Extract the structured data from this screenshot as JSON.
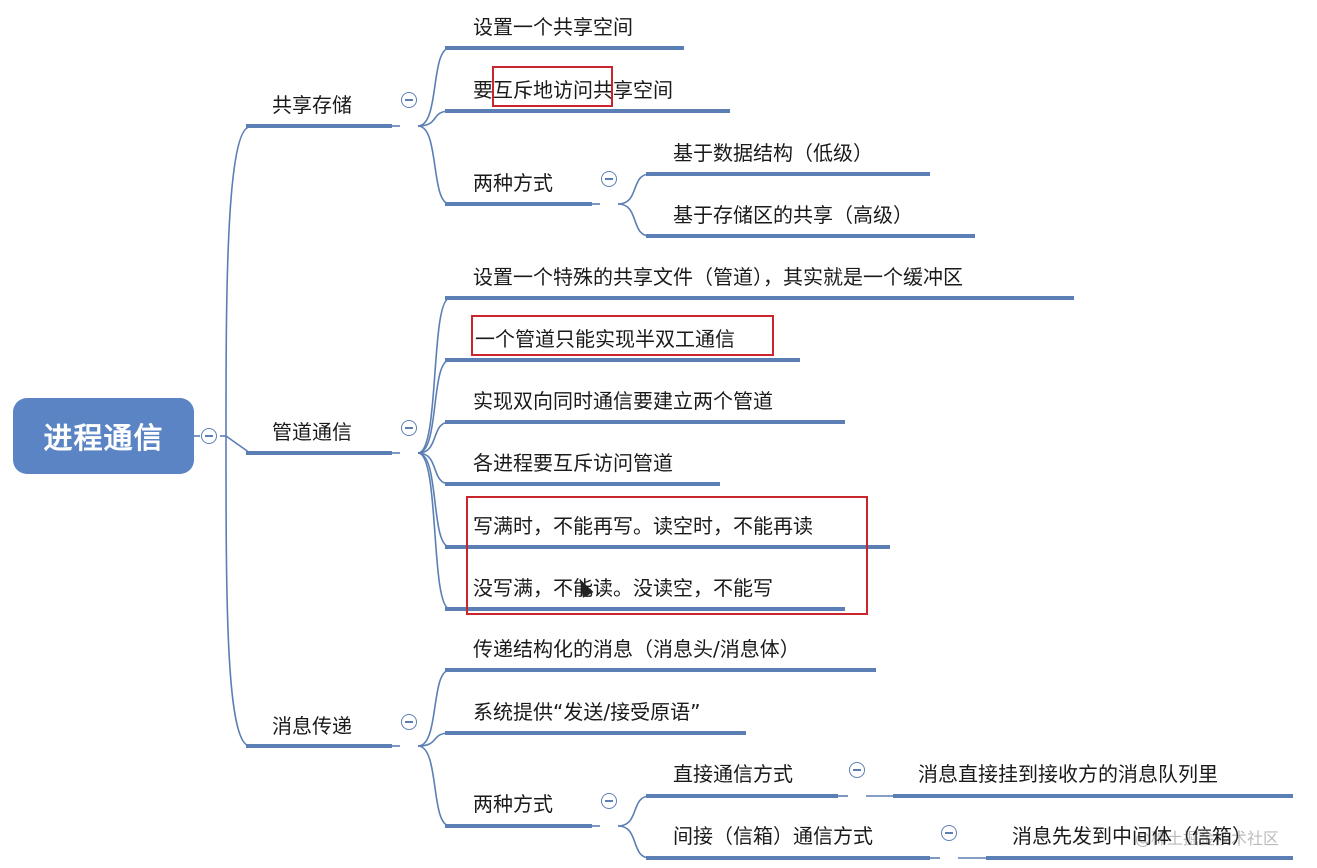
{
  "root": {
    "label": "进程通信"
  },
  "branches": [
    {
      "label": "共享存储",
      "children": [
        {
          "label": "设置一个共享空间"
        },
        {
          "label_prefix": "要",
          "label_highlight": "互斥地访问",
          "label_suffix": "共享空间"
        },
        {
          "label": "两种方式",
          "children": [
            {
              "label": "基于数据结构（低级）"
            },
            {
              "label": "基于存储区的共享（高级）"
            }
          ]
        }
      ]
    },
    {
      "label": "管道通信",
      "children": [
        {
          "label": "设置一个特殊的共享文件（管道），其实就是一个缓冲区"
        },
        {
          "label": "一个管道只能实现半双工通信"
        },
        {
          "label": "实现双向同时通信要建立两个管道"
        },
        {
          "label": "各进程要互斥访问管道"
        },
        {
          "label": "写满时，不能再写。读空时，不能再读"
        },
        {
          "label": "没写满，不能读。没读空，不能写"
        }
      ]
    },
    {
      "label": "消息传递",
      "children": [
        {
          "label": "传递结构化的消息（消息头/消息体）"
        },
        {
          "label": "系统提供“发送/接受原语”"
        },
        {
          "label": "两种方式",
          "children": [
            {
              "label": "直接通信方式",
              "children": [
                {
                  "label": "消息直接挂到接收方的消息队列里"
                }
              ]
            },
            {
              "label": "间接（信箱）通信方式",
              "children": [
                {
                  "label": "消息先发到中间体（信箱）"
                }
              ]
            }
          ]
        }
      ]
    }
  ],
  "watermark": "@稀土掘金技术社区",
  "colors": {
    "root_bg": "#5b84c4",
    "line": "#5b7fb4",
    "highlight": "#c8252c"
  }
}
